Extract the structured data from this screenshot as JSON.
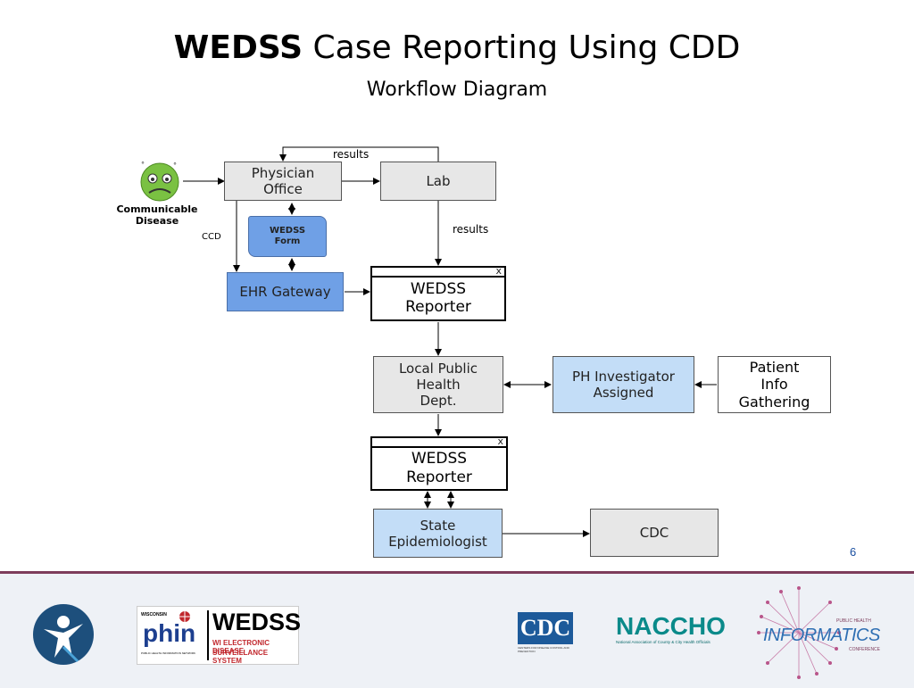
{
  "title": {
    "bold": "WEDSS",
    "rest": " Case Reporting Using CDD"
  },
  "subtitle": "Workflow Diagram",
  "diagram": {
    "disease_label_1": "Communicable",
    "disease_label_2": "Disease",
    "ccd_label": "CCD",
    "results_top": "results",
    "results_right": "results",
    "physician_office_1": "Physician",
    "physician_office_2": "Office",
    "lab": "Lab",
    "wedss_form_1": "WEDSS",
    "wedss_form_2": "Form",
    "ehr_gateway": "EHR Gateway",
    "reporter_close": "x",
    "reporter_1": "WEDSS",
    "reporter_2": "Reporter",
    "local_health_1": "Local Public",
    "local_health_2": "Health",
    "local_health_3": "Dept.",
    "ph_investigator_1": "PH Investigator",
    "ph_investigator_2": "Assigned",
    "patient_info_1": "Patient",
    "patient_info_2": "Info",
    "patient_info_3": "Gathering",
    "state_epi_1": "State",
    "state_epi_2": "Epidemiologist",
    "cdc": "CDC"
  },
  "page_number": "6",
  "footer": {
    "phin_small": "WISCONSIN",
    "phin_text": "phin",
    "phin_sub": "PUBLIC HEALTH INFORMATION NETWORK",
    "wedss_logo": "WEDSS",
    "wedss_logo_sub1": "WI ELECTRONIC DISEASE",
    "wedss_logo_sub2": "SURVEILLANCE SYSTEM",
    "cdc_logo": "CDC",
    "cdc_logo_sub": "CENTERS FOR DISEASE CONTROL AND PREVENTION",
    "naccho_logo": "NACCHO",
    "naccho_sub": "National Association of County & City Health Officials",
    "informatics_top": "PUBLIC HEALTH",
    "informatics_main": "INFORMATICS",
    "informatics_bottom": "CONFERENCE"
  },
  "colors": {
    "accent_footer": "#7d3c5b",
    "blue_box": "#6fa0e6",
    "light_blue_box": "#c3ddf7",
    "gray_box": "#e7e7e7"
  }
}
